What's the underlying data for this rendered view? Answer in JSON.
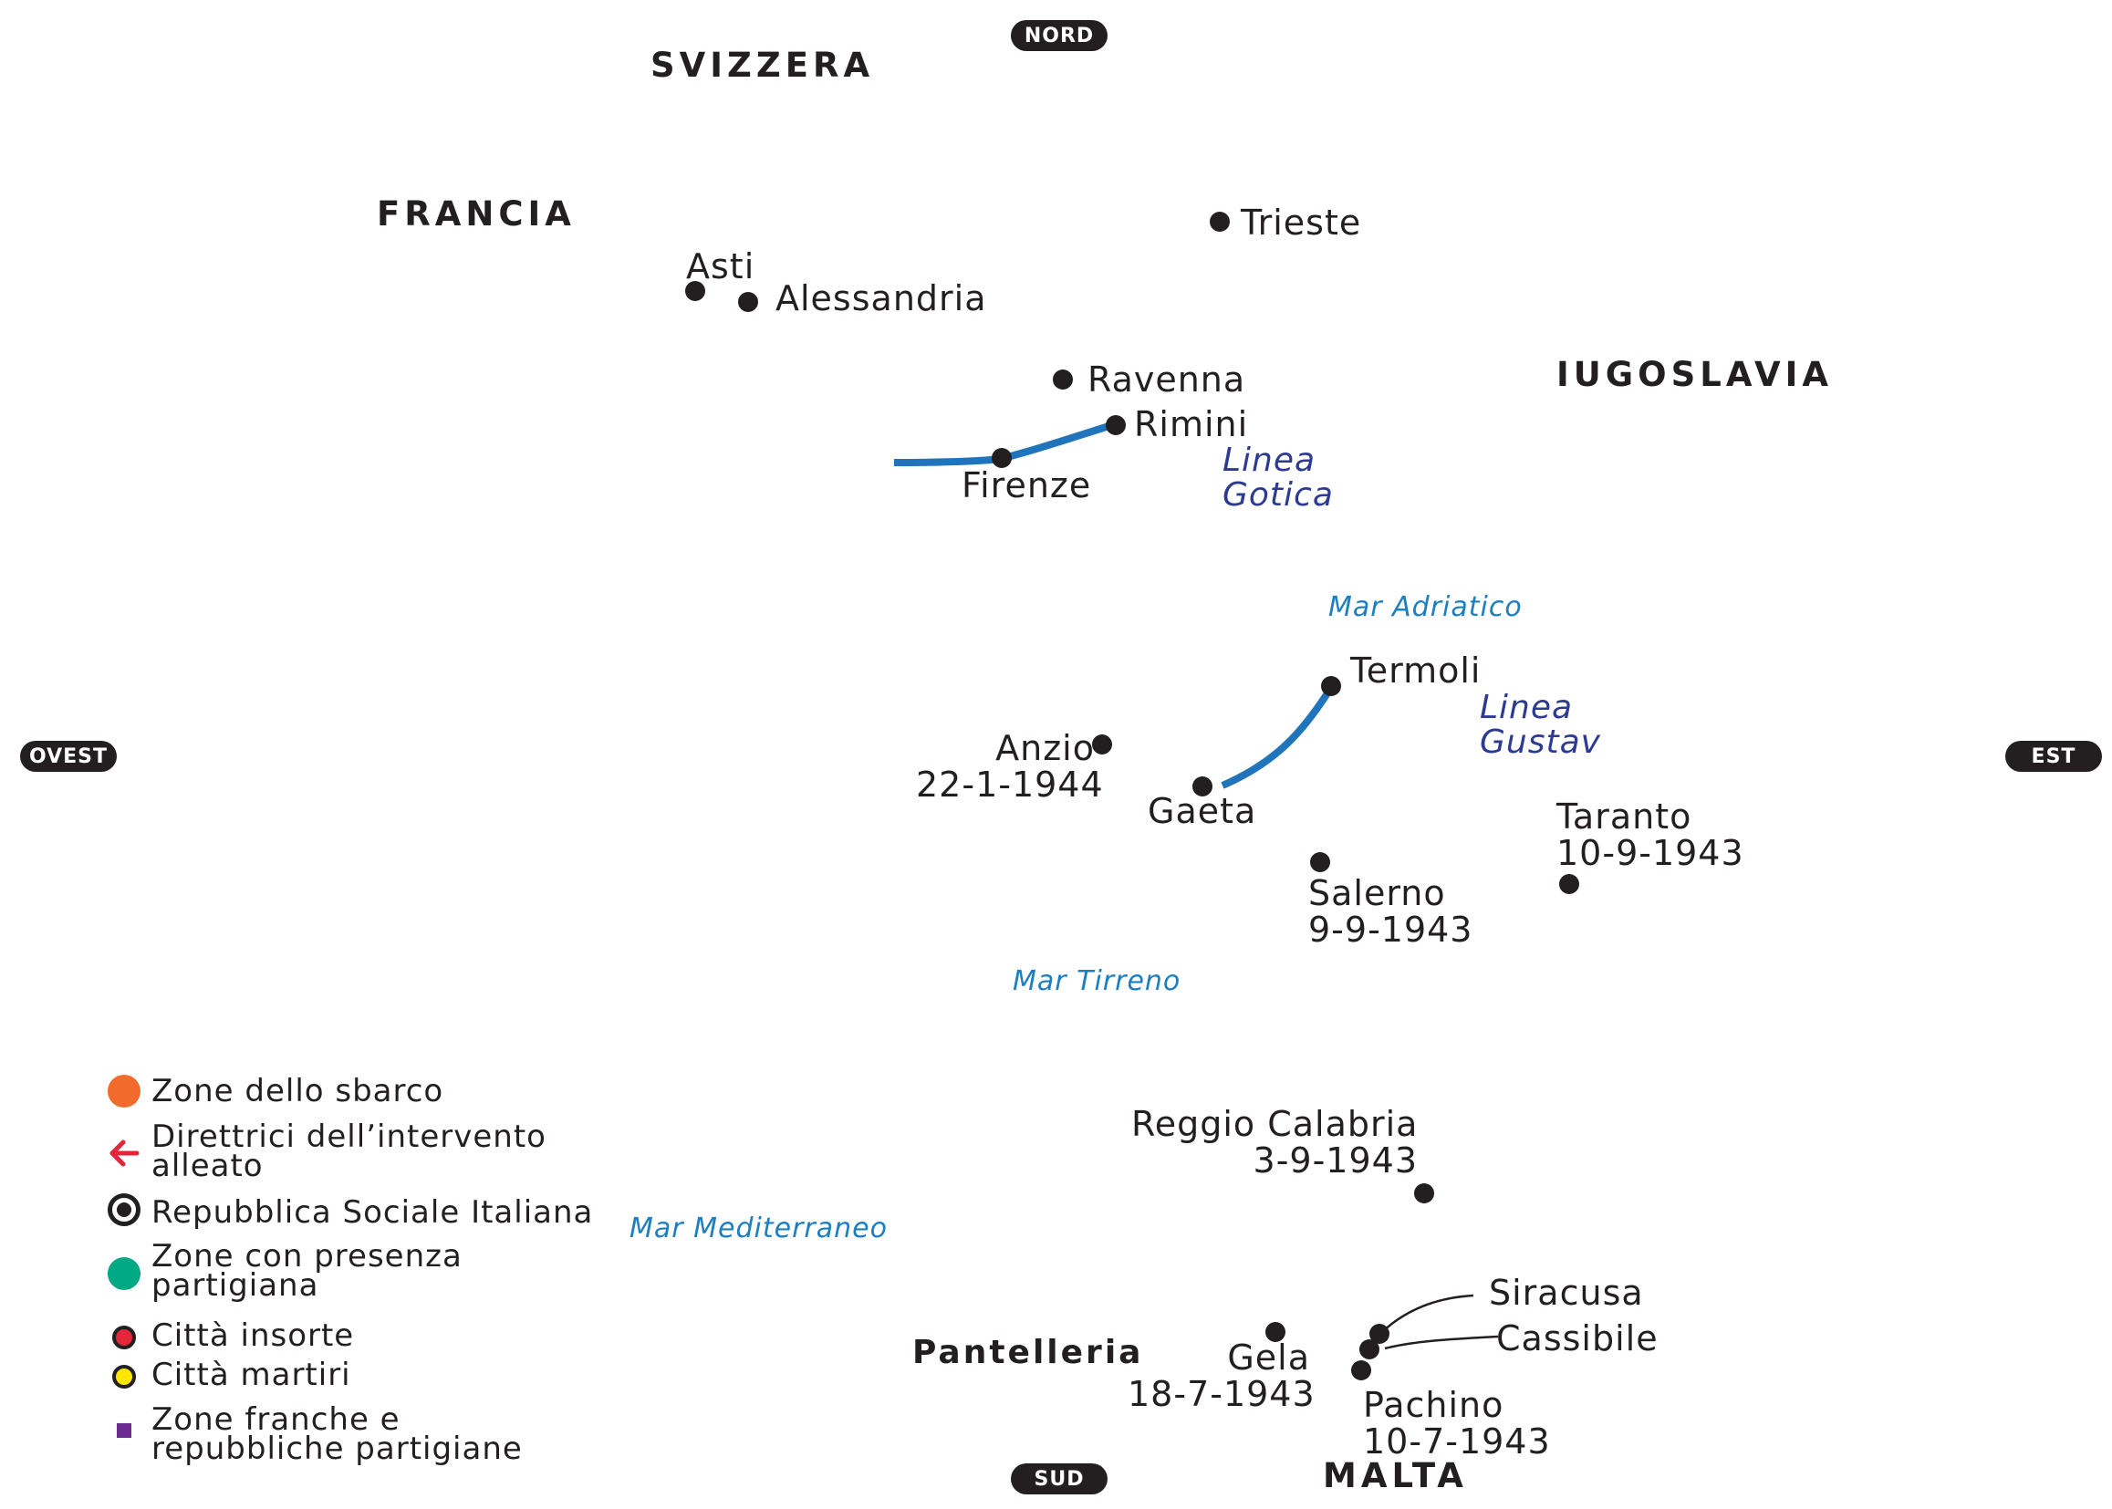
{
  "compass": {
    "north": "NORD",
    "south": "SUD",
    "east": "EST",
    "west": "OVEST"
  },
  "countries": {
    "switzerland": "SVIZZERA",
    "france": "FRANCIA",
    "yugoslavia": "IUGOSLAVIA",
    "malta": "MALTA",
    "pantelleria": "Pantelleria"
  },
  "seas": {
    "adriatic": "Mar Adriatico",
    "tyrrhenian": "Mar Tirreno",
    "mediterranean": "Mar Mediterraneo"
  },
  "lines": {
    "gotica": [
      "Linea",
      "Gotica"
    ],
    "gustav": [
      "Linea",
      "Gustav"
    ],
    "color": "#1f74bb",
    "label_color": "#2d3a94"
  },
  "cities": {
    "trieste": {
      "name": "Trieste"
    },
    "asti": {
      "name": "Asti"
    },
    "alessandria": {
      "name": "Alessandria"
    },
    "ravenna": {
      "name": "Ravenna"
    },
    "rimini": {
      "name": "Rimini"
    },
    "firenze": {
      "name": "Firenze"
    },
    "termoli": {
      "name": "Termoli"
    },
    "anzio": {
      "name": "Anzio",
      "date": "22-1-1944"
    },
    "gaeta": {
      "name": "Gaeta"
    },
    "salerno": {
      "name": "Salerno",
      "date": "9-9-1943"
    },
    "taranto": {
      "name": "Taranto",
      "date": "10-9-1943"
    },
    "reggio": {
      "name": "Reggio Calabria",
      "date": "3-9-1943"
    },
    "siracusa": {
      "name": "Siracusa"
    },
    "cassibile": {
      "name": "Cassibile"
    },
    "gela": {
      "name": "Gela",
      "date": "18-7-1943"
    },
    "pachino": {
      "name": "Pachino",
      "date": "10-7-1943"
    }
  },
  "legend": [
    {
      "symbol": "orange-circle",
      "color": "#f26b2d",
      "lines": [
        "Zone dello sbarco"
      ]
    },
    {
      "symbol": "red-arrow",
      "color": "#e3263a",
      "lines": [
        "Direttrici dell’intervento",
        "alleato"
      ]
    },
    {
      "symbol": "ring-circle",
      "color": "#231f20",
      "lines": [
        "Repubblica Sociale Italiana"
      ]
    },
    {
      "symbol": "green-circle",
      "color": "#00a884",
      "lines": [
        "Zone con presenza",
        "partigiana"
      ]
    },
    {
      "symbol": "red-dot",
      "color": "#e3263a",
      "lines": [
        "Città insorte"
      ]
    },
    {
      "symbol": "yellow-dot",
      "color": "#ffe600",
      "lines": [
        "Città martiri"
      ]
    },
    {
      "symbol": "purple-square",
      "color": "#6a2c91",
      "lines": [
        "Zone franche e",
        "repubbliche partigiane"
      ]
    }
  ]
}
